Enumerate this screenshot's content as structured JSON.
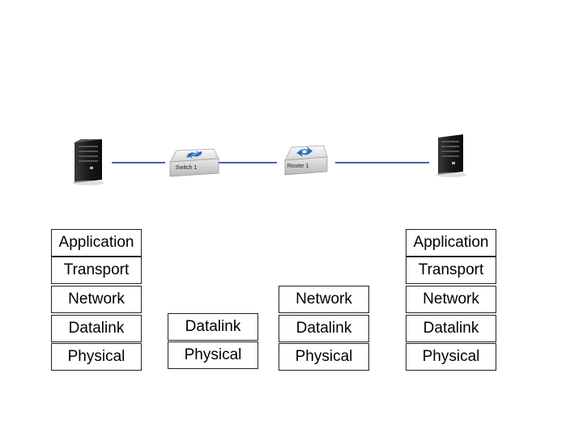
{
  "devices": {
    "switch_label": "Switch 1",
    "router_label": "Router 1"
  },
  "stacks": {
    "host_left": [
      "Application",
      "Transport",
      "Network",
      "Datalink",
      "Physical"
    ],
    "switch": [
      "Datalink",
      "Physical"
    ],
    "router": [
      "Network",
      "Datalink",
      "Physical"
    ],
    "host_right": [
      "Application",
      "Transport",
      "Network",
      "Datalink",
      "Physical"
    ]
  },
  "colors": {
    "link": "#3c6aa8",
    "box_border": "#222222",
    "device_body": "#e6e6e6",
    "device_arrow": "#2a7fd0",
    "server_body": "#1e1e1e"
  }
}
